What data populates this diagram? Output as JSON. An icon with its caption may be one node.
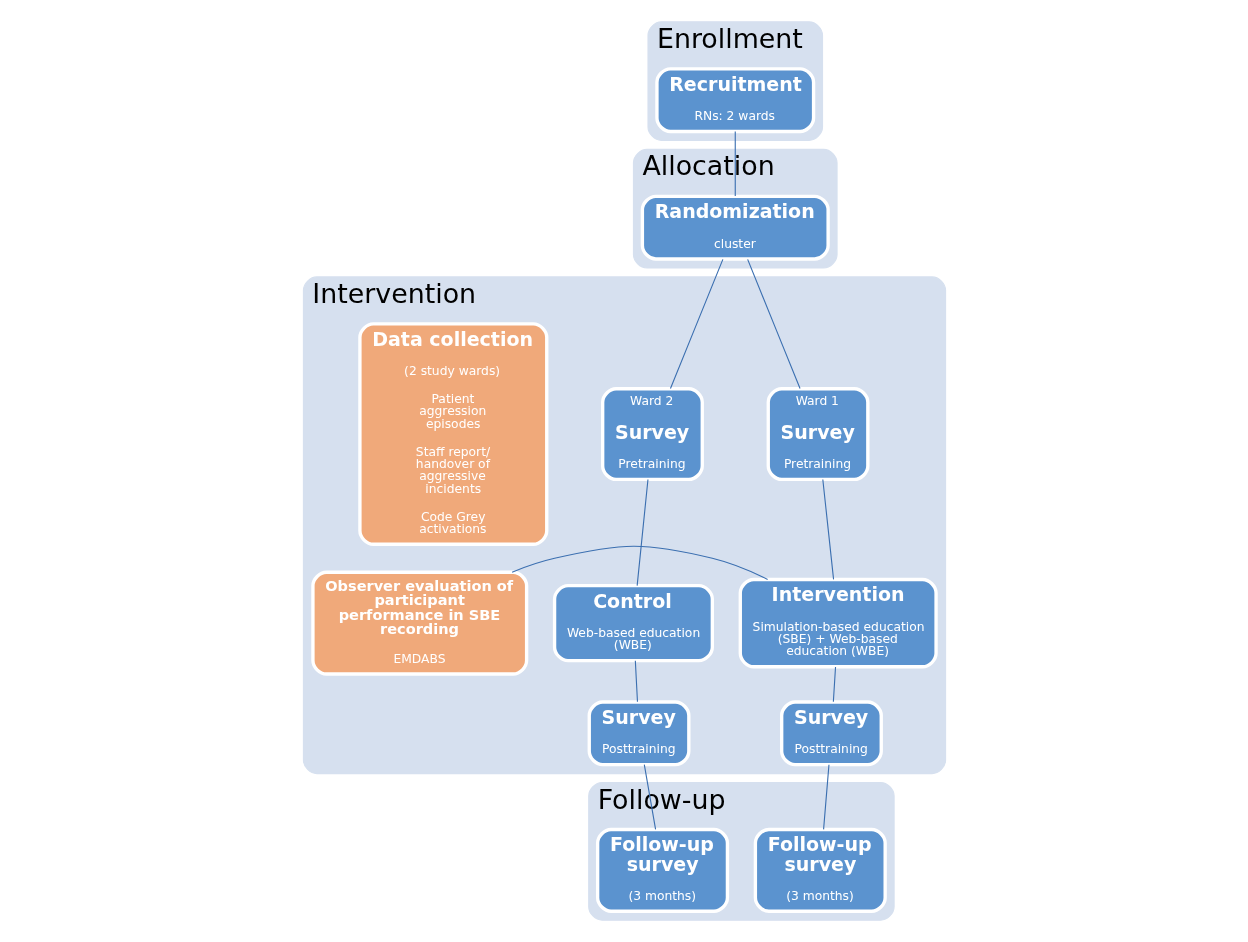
{
  "diagram": {
    "nodes": [
      {
        "text": [
          "Enrollment"
        ]
      },
      {
        "text": [
          "Recruitment",
          "RNs: 2 wards"
        ],
        "in": 0
      },
      {
        "text": [
          "Allocation"
        ]
      },
      {
        "text": [
          "Randomization",
          "cluster"
        ],
        "in": 2
      },
      {
        "text": [
          "Intervention"
        ]
      },
      {
        "text": [
          "Ward 1",
          "Survey",
          "Pretraining"
        ],
        "in": 4
      },
      {
        "text": [
          "Ward 2",
          "Survey",
          "Pretraining"
        ],
        "in": 4
      },
      {
        "text": [
          "Observer evaluation of participant performance in SBE recording",
          "EMDABS"
        ],
        "in": 4
      },
      {
        "text": [
          "Intervention",
          "Simulation-based education (SBE) + Web-based education (WBE)"
        ],
        "in": 4
      },
      {
        "text": [
          "Control",
          "Web-based education (WBE)"
        ],
        "in": 4
      },
      {
        "text": [
          "Survey",
          "Posttraining"
        ],
        "in": 4
      },
      {
        "text": [
          "Survey",
          "Posttraining"
        ],
        "in": 4
      },
      {
        "text": [
          "Data collection",
          "(2 study wards)",
          "Patient aggression episodes",
          "Staff report/ handover of aggressive incidents",
          "Code Grey activations"
        ],
        "in": 4
      },
      {
        "text": [
          "Follow-up"
        ]
      },
      {
        "text": [
          "Follow-up survey",
          "(3 months)"
        ],
        "in": 13
      },
      {
        "text": [
          "Follow-up survey",
          "(3 months)"
        ],
        "in": 13
      }
    ],
    "edges": [
      {
        "from": 1,
        "to": 3,
        "arrow": "none"
      },
      {
        "from": 3,
        "to": 5,
        "arrow": "none"
      },
      {
        "from": 3,
        "to": 6,
        "arrow": "none"
      },
      {
        "from": 5,
        "to": 8,
        "arrow": "none"
      },
      {
        "from": 6,
        "to": 9,
        "arrow": "none"
      },
      {
        "from": 7,
        "to": 8,
        "arrow": "none"
      },
      {
        "from": 8,
        "to": 10,
        "arrow": "none"
      },
      {
        "from": 9,
        "to": 11,
        "arrow": "none"
      },
      {
        "from": 10,
        "to": 14,
        "arrow": "none"
      },
      {
        "from": 11,
        "to": 15,
        "arrow": "none"
      }
    ]
  }
}
